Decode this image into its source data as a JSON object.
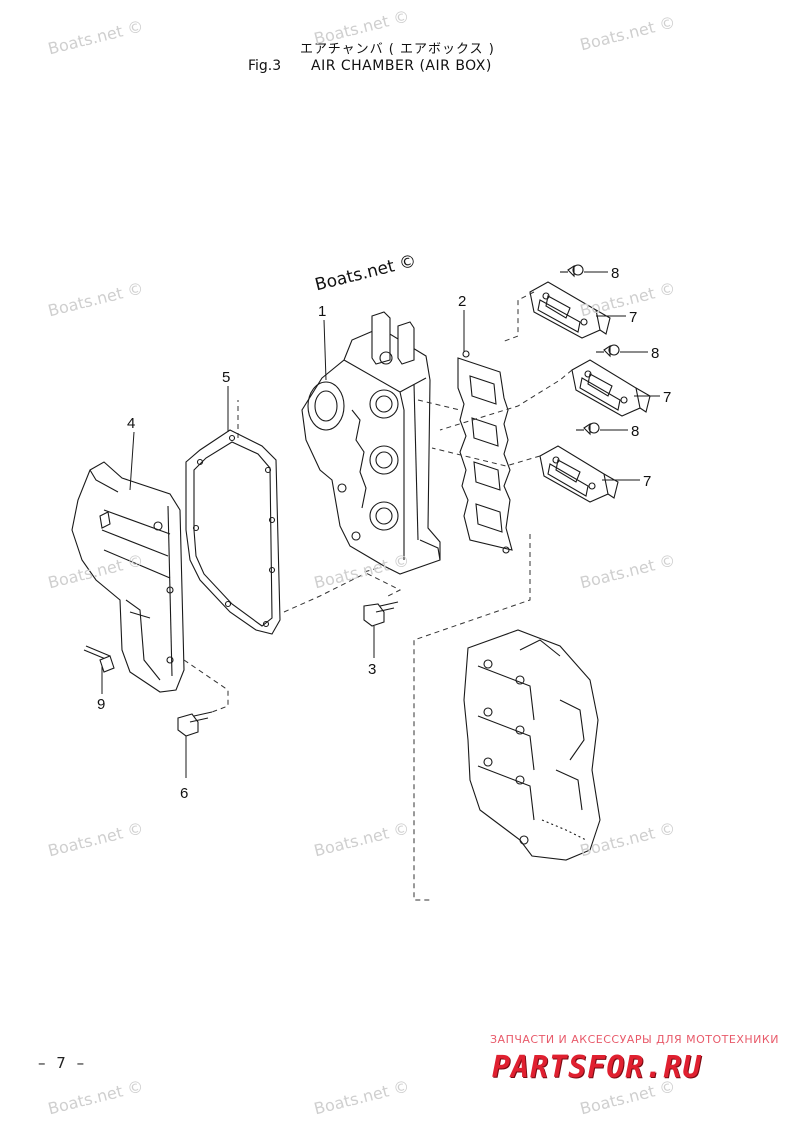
{
  "header": {
    "title_jp": "エアチャンバ ( エアボックス )",
    "fig_no": "Fig.3",
    "title_en": "AIR CHAMBER (AIR BOX)"
  },
  "callouts": [
    {
      "id": "c8a",
      "label": "8"
    },
    {
      "id": "c7a",
      "label": "7"
    },
    {
      "id": "c2",
      "label": "2"
    },
    {
      "id": "c8b",
      "label": "8"
    },
    {
      "id": "c7b",
      "label": "7"
    },
    {
      "id": "c8c",
      "label": "8"
    },
    {
      "id": "c7c",
      "label": "7"
    },
    {
      "id": "c5",
      "label": "5"
    },
    {
      "id": "c4",
      "label": "4"
    },
    {
      "id": "c1",
      "label": "1"
    },
    {
      "id": "c3",
      "label": "3"
    },
    {
      "id": "c9",
      "label": "9"
    },
    {
      "id": "c6",
      "label": "6"
    }
  ],
  "footer": {
    "page_number": "– 7 –",
    "brand_tagline": "ЗАПЧАСТИ И АКСЕССУАРЫ ДЛЯ МОТОТЕХНИКИ",
    "brand_logo": "PARTSFOR.RU"
  },
  "watermark": {
    "main": "Boats.net ©",
    "faint": "Boats.net ©"
  },
  "colors": {
    "line": "#1a1a1a",
    "watermark": "#cfcfcf",
    "brand": "#e02030"
  }
}
